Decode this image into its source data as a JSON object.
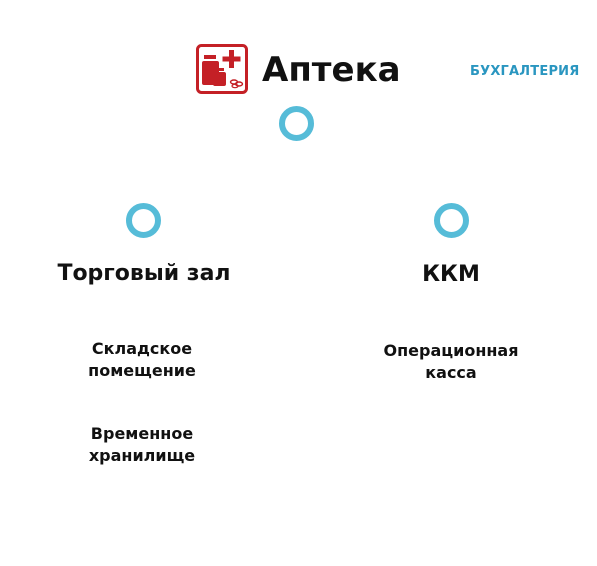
{
  "header": {
    "logo_icon": "pharmacy-bottles-cross-icon",
    "title": "Аптека",
    "tag": "БУХГАЛТЕРИЯ"
  },
  "columns": [
    {
      "heading": "Торговый зал",
      "items": [
        "Складское\nпомещение",
        "Временное\nхранилище"
      ]
    },
    {
      "heading": "ККМ",
      "items": [
        "Операционная\nкасса"
      ]
    }
  ],
  "colors": {
    "node_ring": "#56bcd8",
    "logo_red": "#c42026",
    "tag_blue": "#2a96c0"
  }
}
